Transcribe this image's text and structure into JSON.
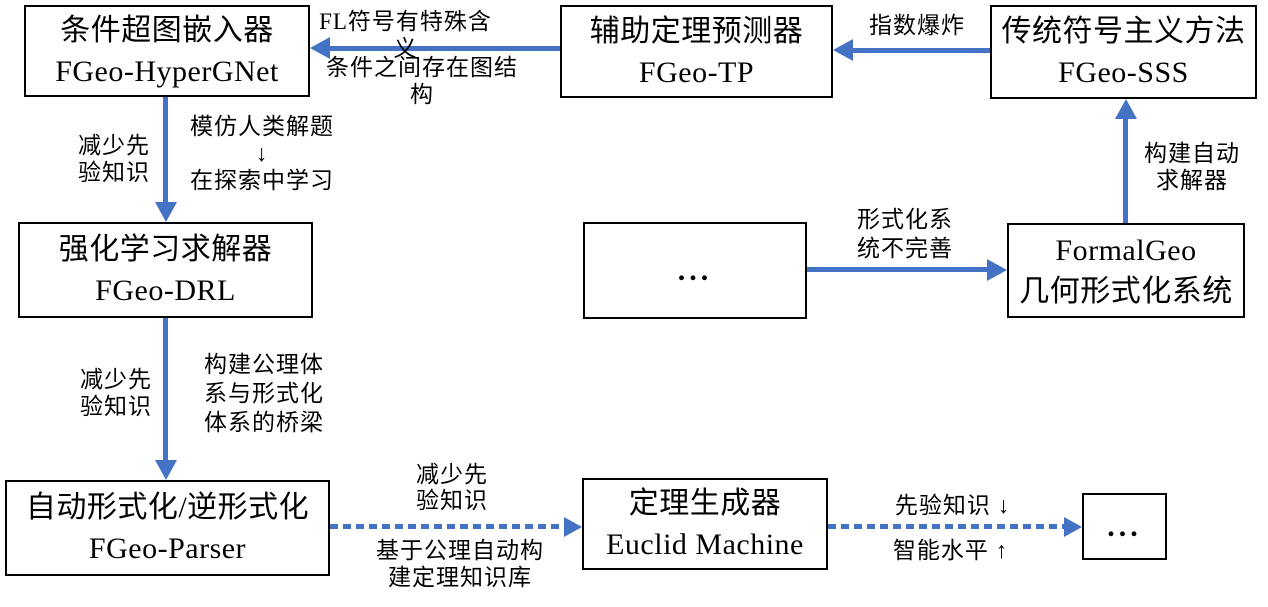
{
  "colors": {
    "arrow_blue": "#4472C4",
    "box_border": "#000000",
    "text": "#000000",
    "background": "#ffffff"
  },
  "boxes": {
    "hypergnet": {
      "line1": "条件超图嵌入器",
      "line2": "FGeo-HyperGNet"
    },
    "tp": {
      "line1": "辅助定理预测器",
      "line2": "FGeo-TP"
    },
    "sss": {
      "line1": "传统符号主义方法",
      "line2": "FGeo-SSS"
    },
    "drl": {
      "line1": "强化学习求解器",
      "line2": "FGeo-DRL"
    },
    "ellipsis_mid": {
      "line1": "..."
    },
    "formalgeo": {
      "line1": "FormalGeo",
      "line2": "几何形式化系统"
    },
    "parser": {
      "line1": "自动形式化/逆形式化",
      "line2": "FGeo-Parser"
    },
    "euclid": {
      "line1": "定理生成器",
      "line2": "Euclid Machine"
    },
    "ellipsis_end": {
      "line1": "..."
    }
  },
  "edge_labels": {
    "fl_symbols": "FL符号有特殊含义",
    "graph_structure": "条件之间存在图结构",
    "exponential_explosion": "指数爆炸",
    "reduce_prior_knowledge_1": "减少先\n验知识",
    "imitate_human_solving": "模仿人类解题\n↓\n在探索中学习",
    "formal_system_imperfect": "形式化系\n统不完善",
    "build_auto_solver": "构建自动\n求解器",
    "reduce_prior_knowledge_2": "减少先\n验知识",
    "axiom_formal_bridge": "构建公理体\n系与形式化\n体系的桥梁",
    "reduce_prior_knowledge_3": "减少先\n验知识",
    "axiom_theorem_kb": "基于公理自动构\n建定理知识库",
    "prior_knowledge_down": "先验知识 ↓",
    "intelligence_up": "智能水平 ↑"
  }
}
